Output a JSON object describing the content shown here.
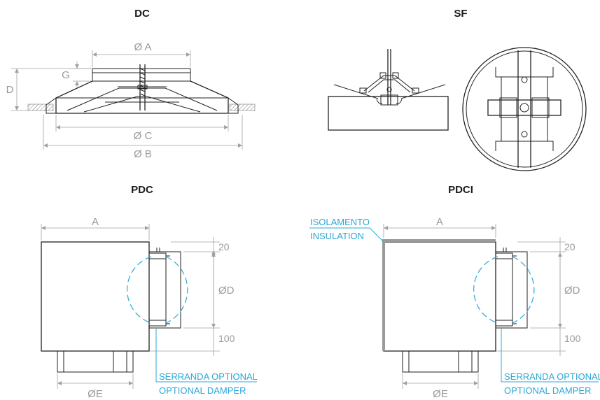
{
  "titles": {
    "dc": "DC",
    "sf": "SF",
    "pdc": "PDC",
    "pdci": "PDCI"
  },
  "dc_labels": {
    "a": "Ø A",
    "c": "Ø C",
    "b": "Ø B",
    "g": "G",
    "d": "D"
  },
  "pdc_labels": {
    "a": "A",
    "d": "ØD",
    "e": "ØE",
    "top": "20",
    "bottom": "100"
  },
  "pdci_labels": {
    "a": "A",
    "d": "ØD",
    "e": "ØE",
    "top": "20",
    "bottom": "100"
  },
  "notes": {
    "damper_it": "SERRANDA OPTIONAL",
    "damper_en": "OPTIONAL DAMPER",
    "insulation_it": "ISOLAMENTO",
    "insulation_en": "INSULATION"
  },
  "colors": {
    "accent": "#29a8d8",
    "line": "#222222",
    "dimension": "#9a9a9a"
  }
}
